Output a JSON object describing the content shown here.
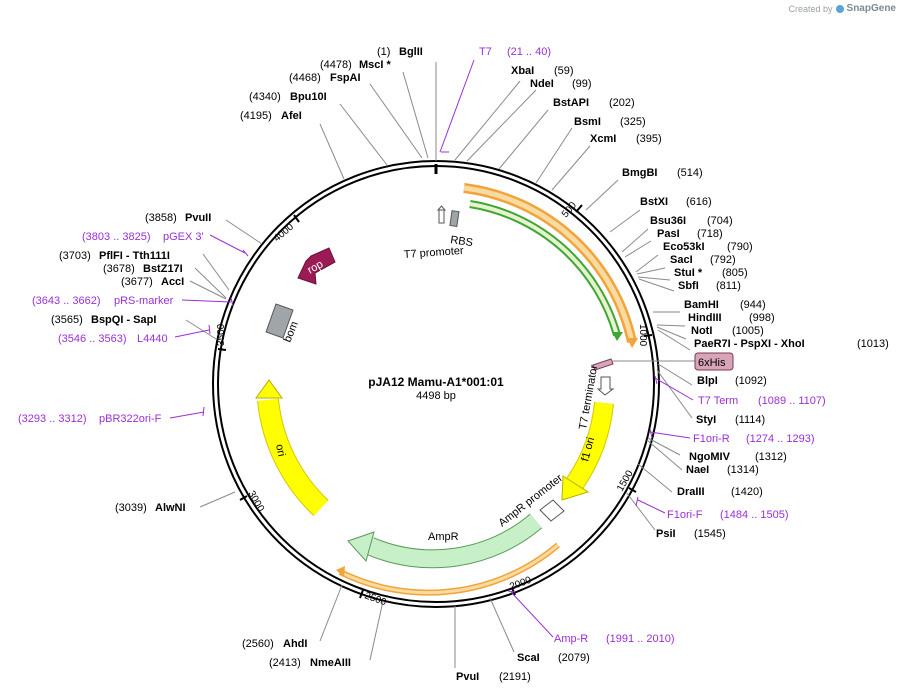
{
  "brand": {
    "created_by": "Created by",
    "logo": "SnapGene"
  },
  "plasmid": {
    "name": "pJA12 Mamu-A1*001:01",
    "length_label": "4498 bp",
    "length": 4498
  },
  "ticks": [
    "500",
    "1000",
    "1500",
    "2000",
    "2500",
    "3000",
    "3500",
    "4000"
  ],
  "sites": [
    {
      "name": "BglII",
      "pos": "(1)"
    },
    {
      "name": "MscI *",
      "pos": "(4478)"
    },
    {
      "name": "FspAI",
      "pos": "(4468)"
    },
    {
      "name": "Bpu10I",
      "pos": "(4340)"
    },
    {
      "name": "AfeI",
      "pos": "(4195)"
    },
    {
      "name": "XbaI",
      "pos": "(59)"
    },
    {
      "name": "NdeI",
      "pos": "(99)"
    },
    {
      "name": "BstAPI",
      "pos": "(202)"
    },
    {
      "name": "BsmI",
      "pos": "(325)"
    },
    {
      "name": "XcmI",
      "pos": "(395)"
    },
    {
      "name": "BmgBI",
      "pos": "(514)"
    },
    {
      "name": "BstXI",
      "pos": "(616)"
    },
    {
      "name": "Bsu36I",
      "pos": "(704)"
    },
    {
      "name": "PasI",
      "pos": "(718)"
    },
    {
      "name": "Eco53kI",
      "pos": "(790)"
    },
    {
      "name": "SacI",
      "pos": "(792)"
    },
    {
      "name": "StuI *",
      "pos": "(805)"
    },
    {
      "name": "SbfI",
      "pos": "(811)"
    },
    {
      "name": "BamHI",
      "pos": "(944)"
    },
    {
      "name": "HindIII",
      "pos": "(998)"
    },
    {
      "name": "NotI",
      "pos": "(1005)"
    },
    {
      "name": "PaeR7I - PspXI - XhoI",
      "pos": "(1013)"
    },
    {
      "name": "BlpI",
      "pos": "(1092)"
    },
    {
      "name": "StyI",
      "pos": "(1114)"
    },
    {
      "name": "NgoMIV",
      "pos": "(1312)"
    },
    {
      "name": "NaeI",
      "pos": "(1314)"
    },
    {
      "name": "DraIII",
      "pos": "(1420)"
    },
    {
      "name": "PsiI",
      "pos": "(1545)"
    },
    {
      "name": "ScaI",
      "pos": "(2079)"
    },
    {
      "name": "PvuI",
      "pos": "(2191)"
    },
    {
      "name": "NmeAIII",
      "pos": "(2413)"
    },
    {
      "name": "AhdI",
      "pos": "(2560)"
    },
    {
      "name": "AlwNI",
      "pos": "(3039)"
    },
    {
      "name": "BspQI - SapI",
      "pos": "(3565)"
    },
    {
      "name": "AccI",
      "pos": "(3677)"
    },
    {
      "name": "BstZ17I",
      "pos": "(3678)"
    },
    {
      "name": "PflFI - Tth111I",
      "pos": "(3703)"
    },
    {
      "name": "PvuII",
      "pos": "(3858)"
    }
  ],
  "primers": [
    {
      "name": "T7",
      "range": "(21 .. 40)"
    },
    {
      "name": "T7 Term",
      "range": "(1089 .. 1107)"
    },
    {
      "name": "F1ori-R",
      "range": "(1274 .. 1293)"
    },
    {
      "name": "F1ori-F",
      "range": "(1484 .. 1505)"
    },
    {
      "name": "Amp-R",
      "range": "(1991 .. 2010)"
    },
    {
      "name": "pBR322ori-F",
      "range": "(3293 .. 3312)"
    },
    {
      "name": "L4440",
      "range": "(3546 .. 3563)"
    },
    {
      "name": "pRS-marker",
      "range": "(3643 .. 3662)"
    },
    {
      "name": "pGEX 3'",
      "range": "(3803 .. 3825)"
    }
  ],
  "features": {
    "rbs": "RBS",
    "t7_promoter": "T7 promoter",
    "his": "6xHis",
    "t7_terminator": "T7 terminator",
    "f1_ori": "f1 ori",
    "ampr_promoter": "AmpR promoter",
    "ampr": "AmpR",
    "ori": "ori",
    "bom": "bom",
    "rop": "rop"
  },
  "colors": {
    "orf_orange": "#f2a33a",
    "insert_green": "#3fa535",
    "insert_fill": "#e6f3cc",
    "f1_ori": "#ffff00",
    "ampr": "#c8f0c8",
    "rop": "#9b1c55",
    "bom": "#a0a5aa",
    "his_tag": "#d8a4b8",
    "primer": "#9a2fd6"
  }
}
